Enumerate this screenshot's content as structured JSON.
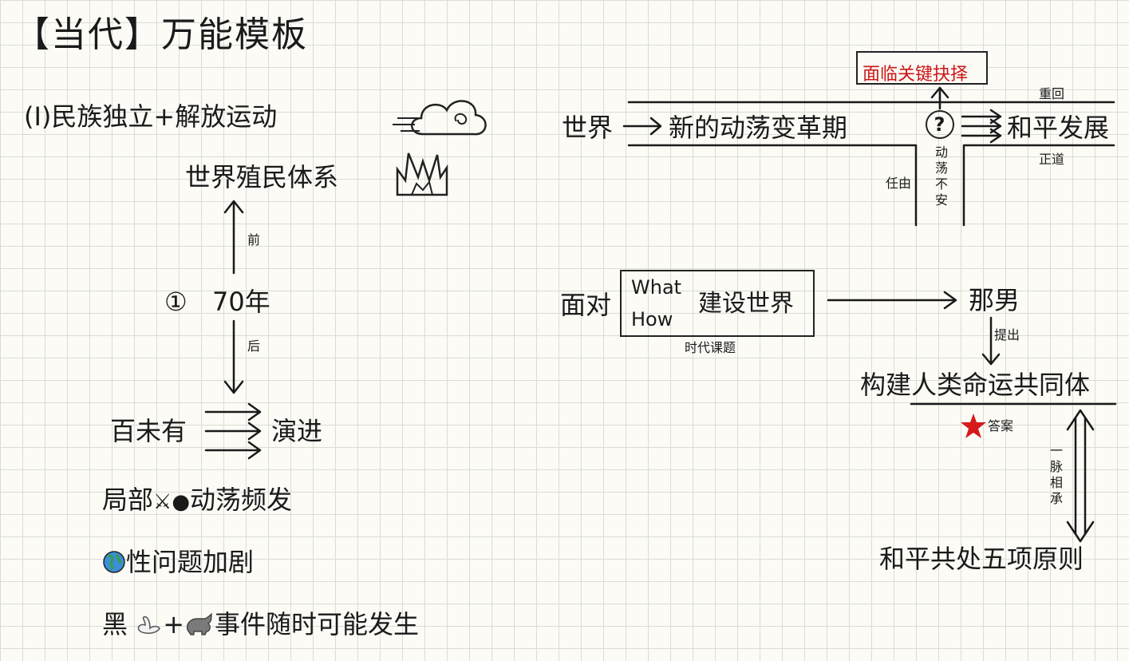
{
  "title": "【当代】万能模板",
  "left": {
    "section": "(Ⅰ)民族独立+解放运动",
    "colonial": "世界殖民体系",
    "before": "前",
    "year_symbol": "①",
    "year": "70年",
    "after": "后",
    "unprecedented": "百未有",
    "evolution": "演进",
    "item1": {
      "prefix": "局部",
      "suffix": "动荡频发"
    },
    "item2": {
      "suffix": "性问题加剧"
    },
    "item3": {
      "prefix": "黑",
      "plus": "+",
      "suffix": "事件随时可能发生"
    }
  },
  "right": {
    "decision": "面临关键抉择",
    "world": "世界",
    "period": "新的动荡变革期",
    "question": "?",
    "peace": "和平发展",
    "label_top": "重回",
    "label_bottom": "正道",
    "let_be": "任由",
    "turmoil": "动荡不安",
    "face": "面对",
    "what": "What",
    "how": "How",
    "build": "建设世界",
    "era_topic": "时代课题",
    "that_guy": "那男",
    "propose": "提出",
    "community": "构建人类命运共同体",
    "answer": "答案",
    "continuity": "一脉相承",
    "five_principles": "和平共处五项原则"
  },
  "colors": {
    "ink": "#1a1a1a",
    "red": "#cc1616",
    "grid": "#dcdcd6"
  },
  "icons": [
    "cloud-icon",
    "fire-icon",
    "swords-icon",
    "bomb-icon",
    "globe-icon",
    "swan-icon",
    "rhino-icon",
    "star-icon"
  ]
}
